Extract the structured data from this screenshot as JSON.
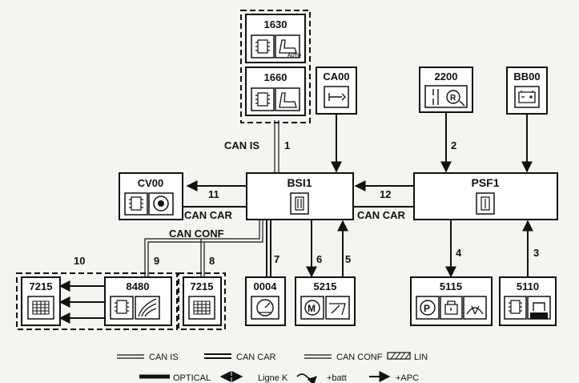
{
  "modules": {
    "m1630": "1630",
    "m1660": "1660",
    "ca00": "CA00",
    "m2200": "2200",
    "bb00": "BB00",
    "cv00": "CV00",
    "bsi1": "BSI1",
    "psf1": "PSF1",
    "m7215a": "7215",
    "m8480": "8480",
    "m7215b": "7215",
    "m0004": "0004",
    "m5215": "5215",
    "m5115": "5115",
    "m5110": "5110"
  },
  "bus_labels": {
    "can_is": "CAN IS",
    "can_car_left": "CAN CAR",
    "can_car_right": "CAN CAR",
    "can_conf": "CAN CONF"
  },
  "link_numbers": {
    "l1": "1",
    "l2": "2",
    "l3": "3",
    "l4": "4",
    "l5": "5",
    "l6": "6",
    "l7": "7",
    "l8": "8",
    "l9": "9",
    "l10": "10",
    "l11": "11",
    "l12": "12"
  },
  "legend": {
    "can_is": "CAN IS",
    "can_car": "CAN CAR",
    "can_conf": "CAN CONF",
    "lin": "LIN",
    "optical": "OPTICAL",
    "ligne_k": "Ligne K",
    "batt": "+batt",
    "apc": "+APC"
  },
  "icons": {
    "m1630": "ecu-chip-and-auto-climate-icon",
    "m1660": "ecu-chip-and-seat-icon",
    "ca00": "ignition-key-icon",
    "m2200": "switch-and-reverse-icon",
    "bb00": "battery-icon",
    "cv00": "ecu-chip-and-steering-wheel-icon",
    "bsi1": "fuse-icon",
    "psf1": "fuse-icon",
    "m7215": "display-screen-icon",
    "m8480": "ecu-chip-and-radio-wave-icon",
    "m0004": "instrument-gauge-icon",
    "m5215": "motor-and-wiper-icon",
    "m5115": "parking-lock-wiper-icon",
    "m5110": "ecu-chip-and-rain-sensor-icon"
  }
}
